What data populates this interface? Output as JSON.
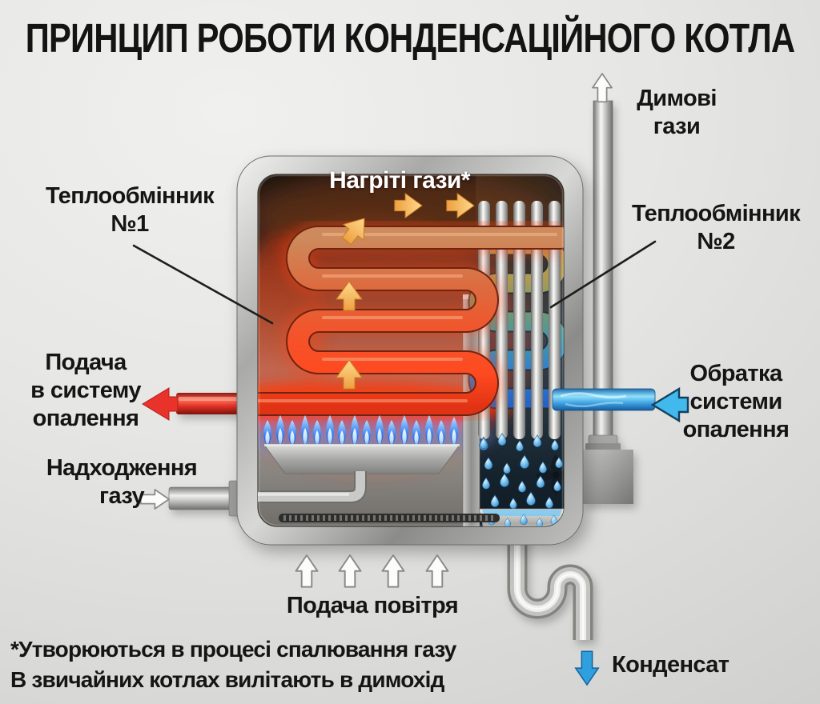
{
  "title": "ПРИНЦИП РОБОТИ КОНДЕНСАЦІЙНОГО КОТЛА",
  "labels": {
    "flue_gases": {
      "line1": "Димові",
      "line2": "гази"
    },
    "heat_exchanger_1": {
      "line1": "Теплообмінник",
      "line2": "№1"
    },
    "heated_gases": "Нагріті гази*",
    "heat_exchanger_2": {
      "line1": "Теплообмінник",
      "line2": "№2"
    },
    "heating_supply": {
      "line1": "Подача",
      "line2": "в систему",
      "line3": "опалення"
    },
    "heating_return": {
      "line1": "Обратка",
      "line2": "системи",
      "line3": "опалення"
    },
    "gas_inlet": {
      "line1": "Надходження",
      "line2": "газу"
    },
    "air_supply": "Подача повітря",
    "condensate": "Конденсат",
    "footnote": {
      "line1": "*Утворюються в процесі спалювання газу",
      "line2": "В звичайних котлах вилітають в димохід"
    }
  },
  "icons": {
    "flue-up-arrow-icon": "⇧ white outline arrow, flue gases out",
    "supply-left-arrow-icon": "⬅ solid red arrow, hot water to heating system",
    "return-left-arrow-icon": "⬅ blue arrow, cool water return",
    "gas-right-arrow-icon": "⇨ white outline arrow, gas inlet",
    "air-up-arrow-icon": "⇧ white outline arrows, air supply",
    "condensate-down-arrow-icon": "⬇ solid blue arrow, condensate drain",
    "heated-gases-right-arrow-icon": "➜ orange arrows, hot gas flow",
    "heat-flow-up-arrow-icon": "⬆ orange arrows, heat rising"
  },
  "colors": {
    "background": "#e6e6e4",
    "text": "#151515",
    "heated_gases_text": "#ffffff",
    "red_arrow": "#e8322a",
    "blue_arrow": "#41b9ec",
    "condensate_arrow": "#2f9fde",
    "orange_arrow": "#f5ad4e",
    "flame_blue": "#2a6ae8",
    "copper_coil": "#e0603a",
    "water_blue": "#4fc0f0",
    "metal": "#b5b5b3"
  }
}
